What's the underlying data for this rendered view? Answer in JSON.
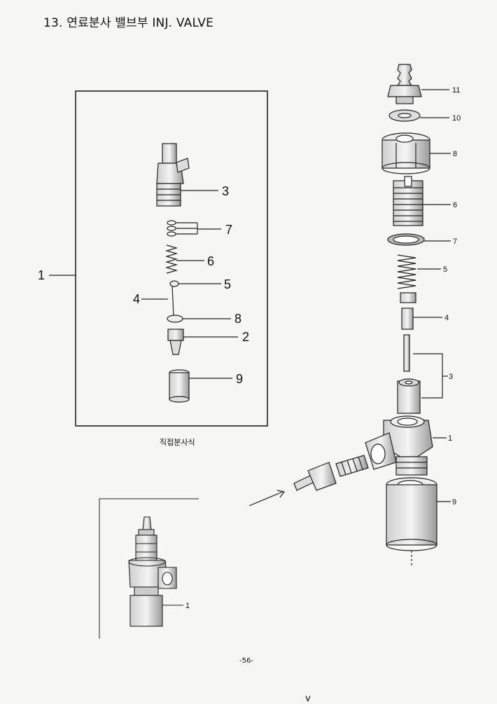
{
  "title": "13. 연료분사 밸브부 INJ. VALVE",
  "caption": "직접분사식",
  "page_number": "-56-",
  "stray_mark": "v",
  "left_assembly": {
    "assembly_label": "1",
    "labels": [
      "3",
      "7",
      "6",
      "5",
      "4",
      "8",
      "2",
      "9"
    ]
  },
  "right_assembly": {
    "labels": [
      "11",
      "10",
      "8",
      "6",
      "7",
      "5",
      "4",
      "3",
      "1",
      "9"
    ]
  },
  "bottom_assembly": {
    "labels": [
      "1"
    ]
  }
}
